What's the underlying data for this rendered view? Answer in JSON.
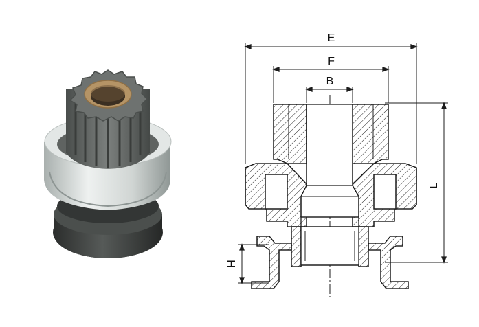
{
  "photo": {
    "subject_icon": "starter-drive-pinion-icon",
    "colors": {
      "gear": "#5e625f",
      "bushing": "#b59466",
      "collar": "#dfe4e2",
      "base": "#3a3d3b"
    }
  },
  "drawing": {
    "dimensions": {
      "E": "E",
      "F": "F",
      "B": "B",
      "L": "L",
      "H": "H"
    },
    "colors": {
      "line": "#1c1c1c",
      "hatch": "#222222"
    }
  }
}
